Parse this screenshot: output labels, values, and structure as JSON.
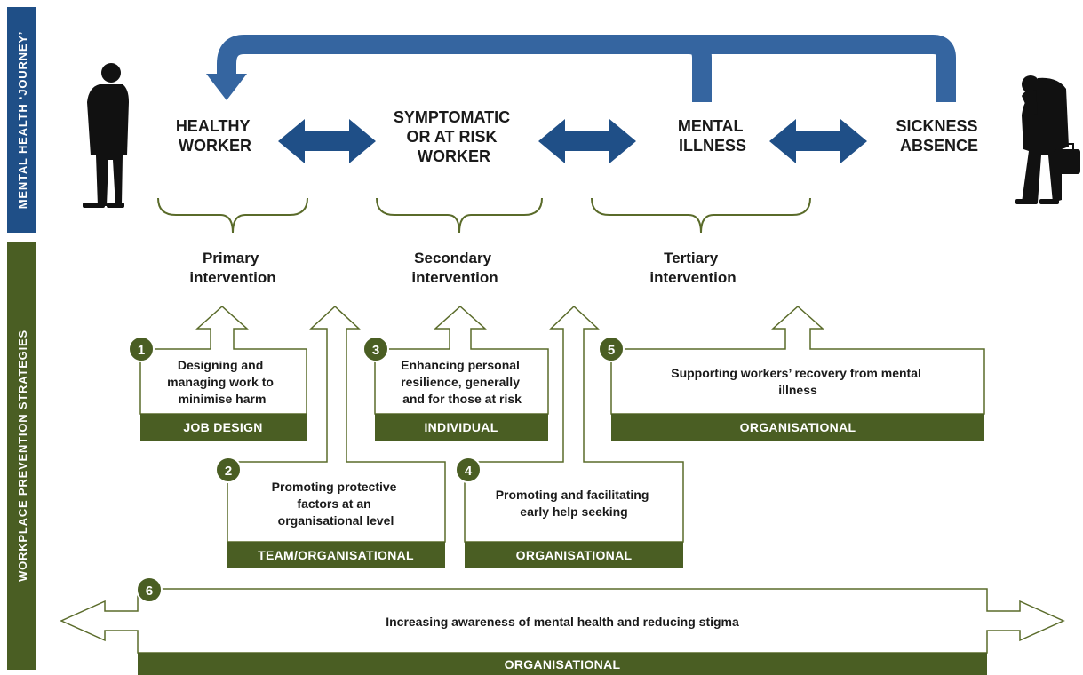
{
  "side_labels": {
    "journey": "MENTAL HEALTH ‘JOURNEY’",
    "strategies": "WORKPLACE PREVENTION STRATEGIES"
  },
  "stages": {
    "healthy": [
      "HEALTHY",
      "WORKER"
    ],
    "symptomatic": [
      "SYMPTOMATIC",
      "OR AT RISK",
      "WORKER"
    ],
    "illness": [
      "MENTAL",
      "ILLNESS"
    ],
    "absence": [
      "SICKNESS",
      "ABSENCE"
    ]
  },
  "interventions": {
    "primary": [
      "Primary",
      "intervention"
    ],
    "secondary": [
      "Secondary",
      "intervention"
    ],
    "tertiary": [
      "Tertiary",
      "intervention"
    ]
  },
  "strategies": {
    "s1": {
      "number": "1",
      "lines": [
        "Designing and",
        "managing work to",
        "minimise harm"
      ],
      "category": "JOB DESIGN"
    },
    "s2": {
      "number": "2",
      "lines": [
        "Promoting protective",
        "factors at an",
        "organisational level"
      ],
      "category": "TEAM/ORGANISATIONAL"
    },
    "s3": {
      "number": "3",
      "lines": [
        "Enhancing personal",
        "resilience, generally",
        "and for those at risk"
      ],
      "category": "INDIVIDUAL"
    },
    "s4": {
      "number": "4",
      "lines": [
        "Promoting and facilitating",
        "early help seeking"
      ],
      "category": "ORGANISATIONAL"
    },
    "s5": {
      "number": "5",
      "lines": [
        "Supporting workers’ recovery from mental",
        "illness"
      ],
      "category": "ORGANISATIONAL"
    },
    "s6": {
      "number": "6",
      "lines": [
        "Increasing awareness of mental health and reducing stigma"
      ],
      "category": "ORGANISATIONAL"
    }
  },
  "colors": {
    "journey_band": "#1f4f87",
    "strategy_green": "#4a5e23",
    "arrow_blue": "#1f4f87",
    "return_arrow": "#3565a0",
    "outline_green": "#5a6b2a",
    "text": "#1a1a1a"
  },
  "icons": {
    "healthy_worker": "standing-man-icon",
    "absent_worker": "slumped-man-with-briefcase-icon"
  }
}
